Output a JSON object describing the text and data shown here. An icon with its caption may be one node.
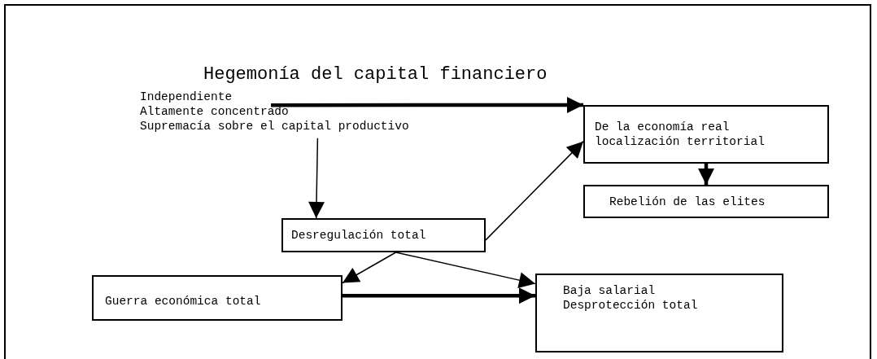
{
  "diagram": {
    "title": "Hegemonía del capital financiero",
    "nodes": [
      {
        "text": [
          "Independiente",
          "Altamente concentrado",
          "Supremacía sobre el capital productivo"
        ]
      },
      {
        "text": [
          "De la economía real localización territorial"
        ]
      },
      {
        "text": [
          "Rebelión de las elites"
        ]
      },
      {
        "text": [
          "Desregulación total"
        ]
      },
      {
        "text": [
          "Guerra económica total"
        ]
      },
      {
        "text": [
          "Baja salarial Desprotección total"
        ]
      }
    ],
    "edges": [
      {
        "from": 0,
        "to": 1,
        "arrow": "to",
        "style": "thick"
      },
      {
        "from": 0,
        "to": 3,
        "arrow": "to"
      },
      {
        "from": 3,
        "to": 1,
        "arrow": "to"
      },
      {
        "from": 1,
        "to": 2,
        "arrow": "to",
        "style": "thick"
      },
      {
        "from": 3,
        "to": 4,
        "arrow": "to"
      },
      {
        "from": 3,
        "to": 5,
        "arrow": "to"
      },
      {
        "from": 4,
        "to": 5,
        "arrow": "to",
        "style": "thick"
      }
    ]
  }
}
